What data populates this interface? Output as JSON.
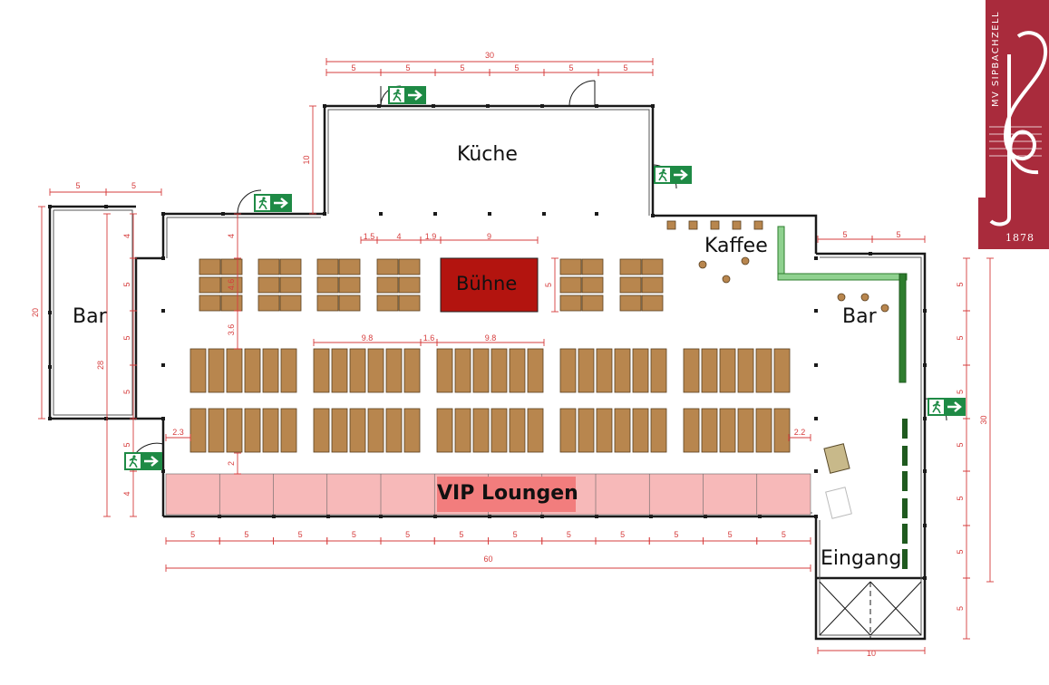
{
  "labels": {
    "kitchen": "Küche",
    "bar_left": "Bar",
    "bar_right": "Bar",
    "coffee": "Kaffee",
    "stage": "Bühne",
    "vip": "VIP Loungen",
    "entrance": "Eingang"
  },
  "logo": {
    "name": "MV SIPBACHZELL",
    "year": "1878"
  },
  "dimensions": {
    "kitchen_total": "30",
    "kitchen_segments": [
      "5",
      "5",
      "5",
      "5",
      "5",
      "5"
    ],
    "kitchen_depth": "10",
    "bar_top": [
      "5",
      "5"
    ],
    "bar_depth": "20",
    "hall_depth": "28",
    "left_segments": [
      "4",
      "5",
      "5",
      "5",
      "5",
      "4"
    ],
    "table_gap_top": "4",
    "aisle_offset": "4.6",
    "aisle_width": "3.6",
    "vip_gap": "2",
    "stage_offsets": [
      "1.5",
      "4",
      "1.9"
    ],
    "stage_width": "9",
    "stage_depth": "5",
    "table_block_widths": [
      "9.8",
      "1.6",
      "9.8"
    ],
    "side_gap_left": "2.3",
    "side_gap_right": "2.2",
    "bottom_segments": [
      "5",
      "5",
      "5",
      "5",
      "5",
      "5",
      "5",
      "5",
      "5",
      "5",
      "5",
      "5"
    ],
    "bottom_total": "60",
    "right_top": [
      "5",
      "5"
    ],
    "right_segments": [
      "5",
      "5",
      "5",
      "5",
      "5",
      "5",
      "5"
    ],
    "right_total": "30",
    "entrance_width": "10"
  },
  "colors": {
    "wall": "#1a1a1a",
    "dimension": "#d63c3c",
    "table": "#b8864e",
    "stage": "#b3140f",
    "vip": "#f7b9b9",
    "vip_label_bg": "#f27d7d",
    "exit_sign": "#1e8a45",
    "bar_counter": "#2e7d2e",
    "logo": "#a92b3c"
  }
}
